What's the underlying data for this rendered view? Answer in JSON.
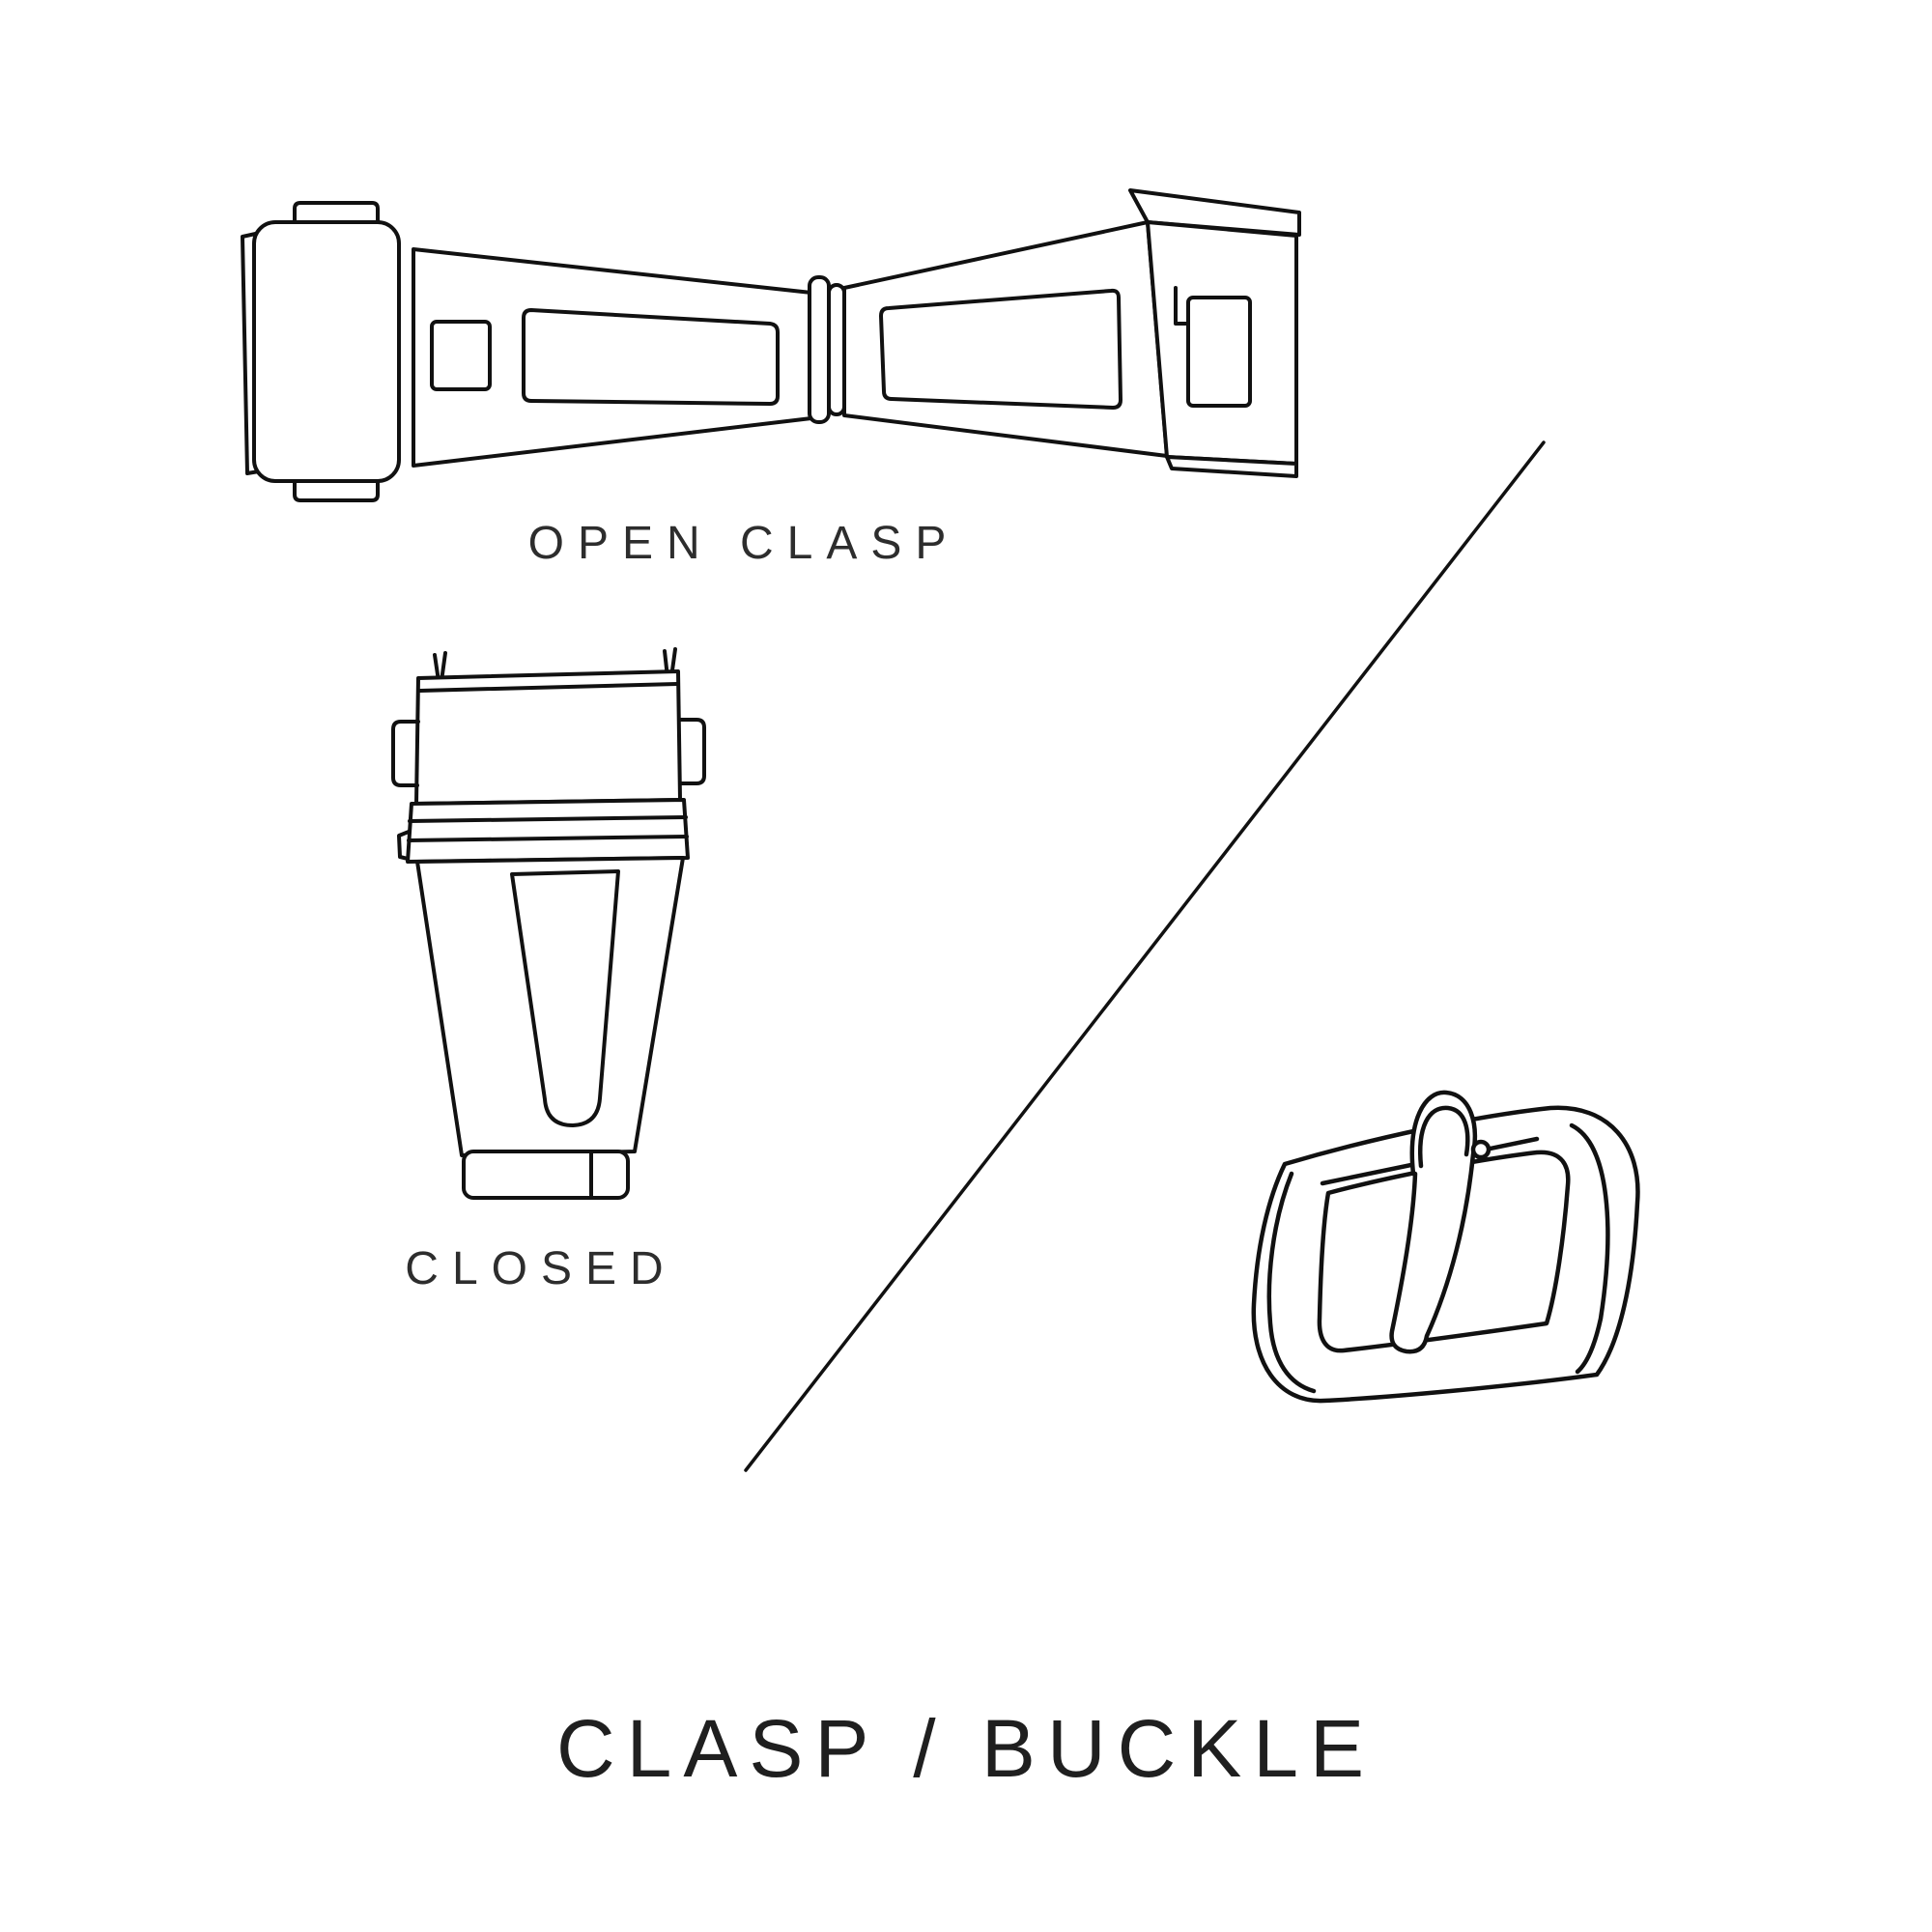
{
  "labels": {
    "open_clasp": "OPEN CLASP",
    "closed": "CLOSED",
    "title": "CLASP / BUCKLE"
  },
  "style": {
    "background_color": "#ffffff",
    "line_color": "#111111",
    "text_color": "#2d2d2d"
  },
  "illustrations": [
    {
      "name": "open-clasp-illustration",
      "depicts": "watch deployant clasp shown open, top view"
    },
    {
      "name": "closed-clasp-illustration",
      "depicts": "watch clasp shown closed, top view"
    },
    {
      "name": "tang-buckle-illustration",
      "depicts": "watch strap tang buckle"
    },
    {
      "name": "diagonal-divider-line",
      "depicts": "thin diagonal separator line"
    }
  ]
}
